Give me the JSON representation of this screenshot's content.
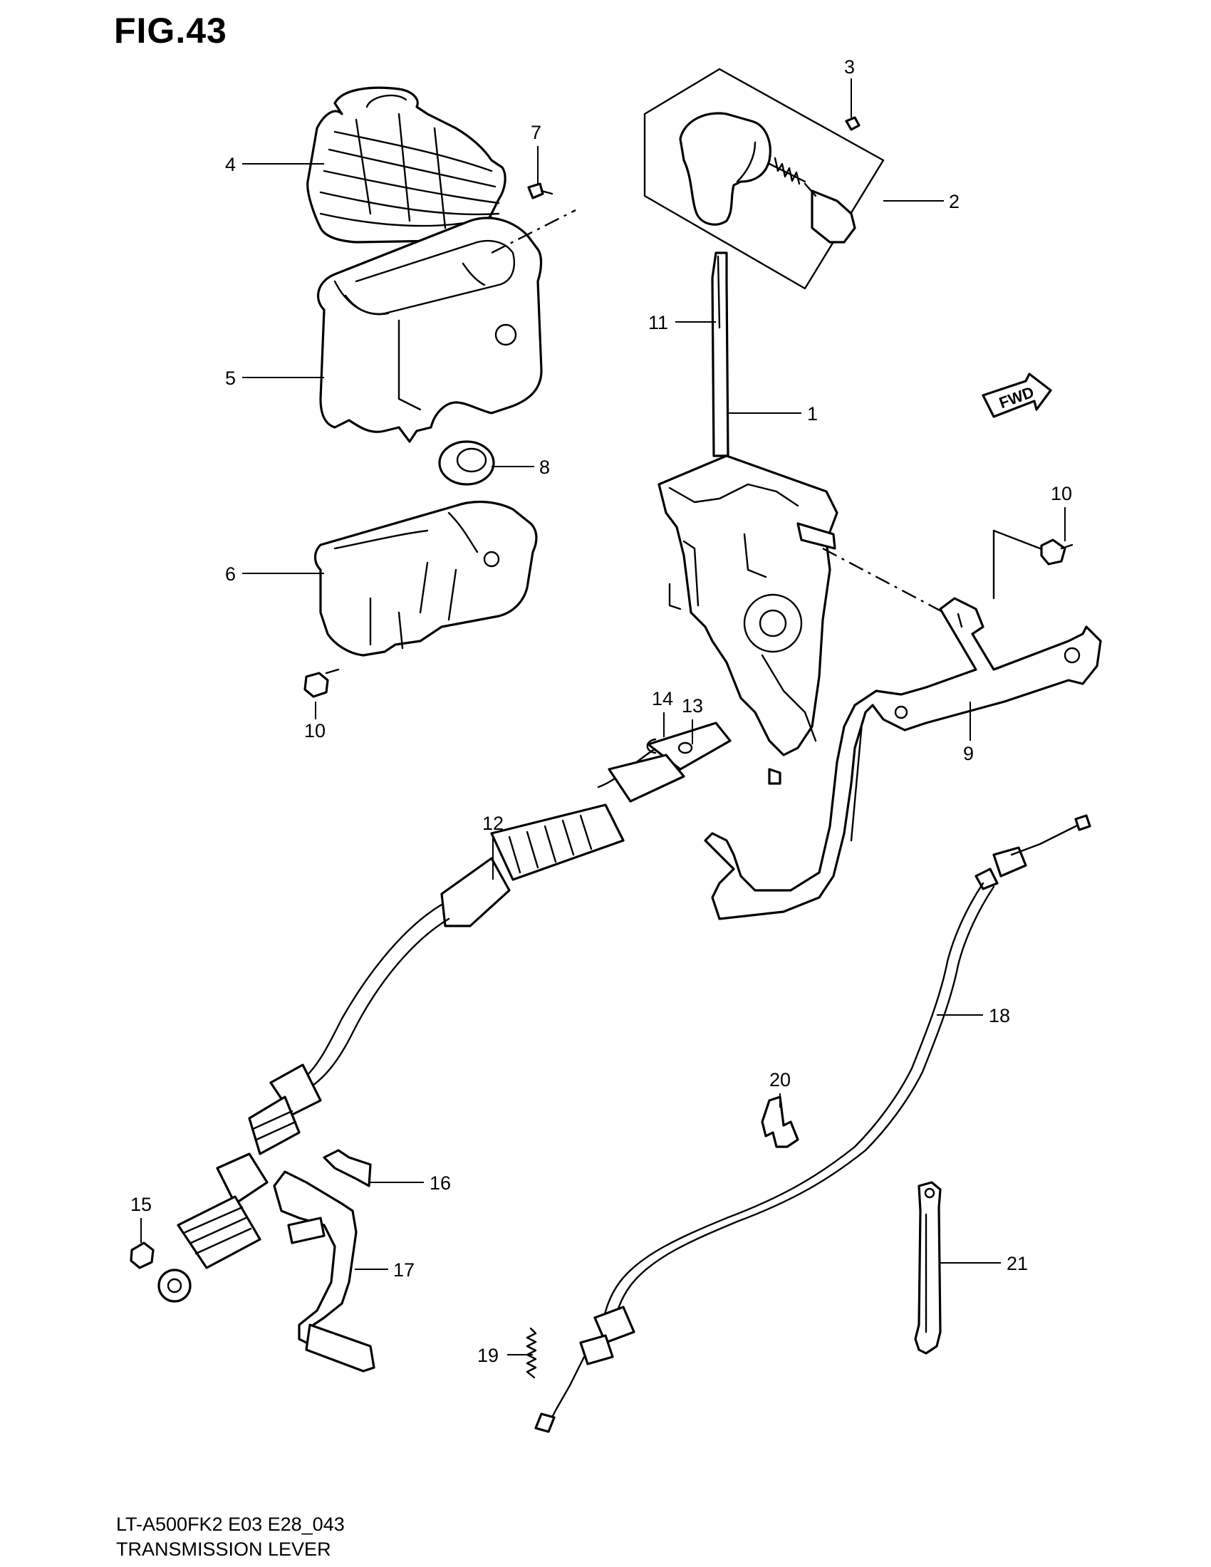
{
  "title": "FIG.43",
  "fwd_label": "FWD",
  "footer": {
    "model_code": "LT-A500FK2 E03 E28_043",
    "section_name": "TRANSMISSION LEVER"
  },
  "callouts": {
    "p1": "1",
    "p2": "2",
    "p3": "3",
    "p4": "4",
    "p5": "5",
    "p6": "6",
    "p7": "7",
    "p8": "8",
    "p9": "9",
    "p10a": "10",
    "p10b": "10",
    "p11": "11",
    "p12": "12",
    "p13": "13",
    "p14": "14",
    "p15": "15",
    "p16": "16",
    "p17": "17",
    "p18": "18",
    "p19": "19",
    "p20": "20",
    "p21": "21"
  }
}
